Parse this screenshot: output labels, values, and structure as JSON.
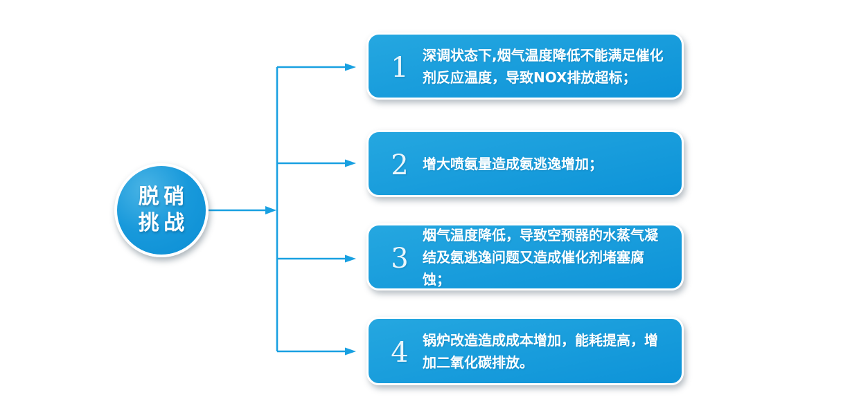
{
  "circle": {
    "line1": "脱硝",
    "line2": "挑战"
  },
  "items": [
    {
      "number": "1",
      "text": "深调状态下,烟气温度降低不能满足催化剂反应温度，导致NOX排放超标；"
    },
    {
      "number": "2",
      "text": "增大喷氨量造成氨逃逸增加；"
    },
    {
      "number": "3",
      "text": "烟气温度降低，导致空预器的水蒸气凝结及氨逃逸问题又造成催化剂堵塞腐蚀；"
    },
    {
      "number": "4",
      "text": "锅炉改造造成成本增加，能耗提高，增加二氧化碳排放。"
    }
  ],
  "colors": {
    "accent": "#18A0E1",
    "box_top": "#25A7E0",
    "box_bottom": "#0D93D8",
    "circle_hi": "#4AB4E5",
    "circle_lo": "#0B8ED4",
    "text": "#FFFFFF"
  }
}
